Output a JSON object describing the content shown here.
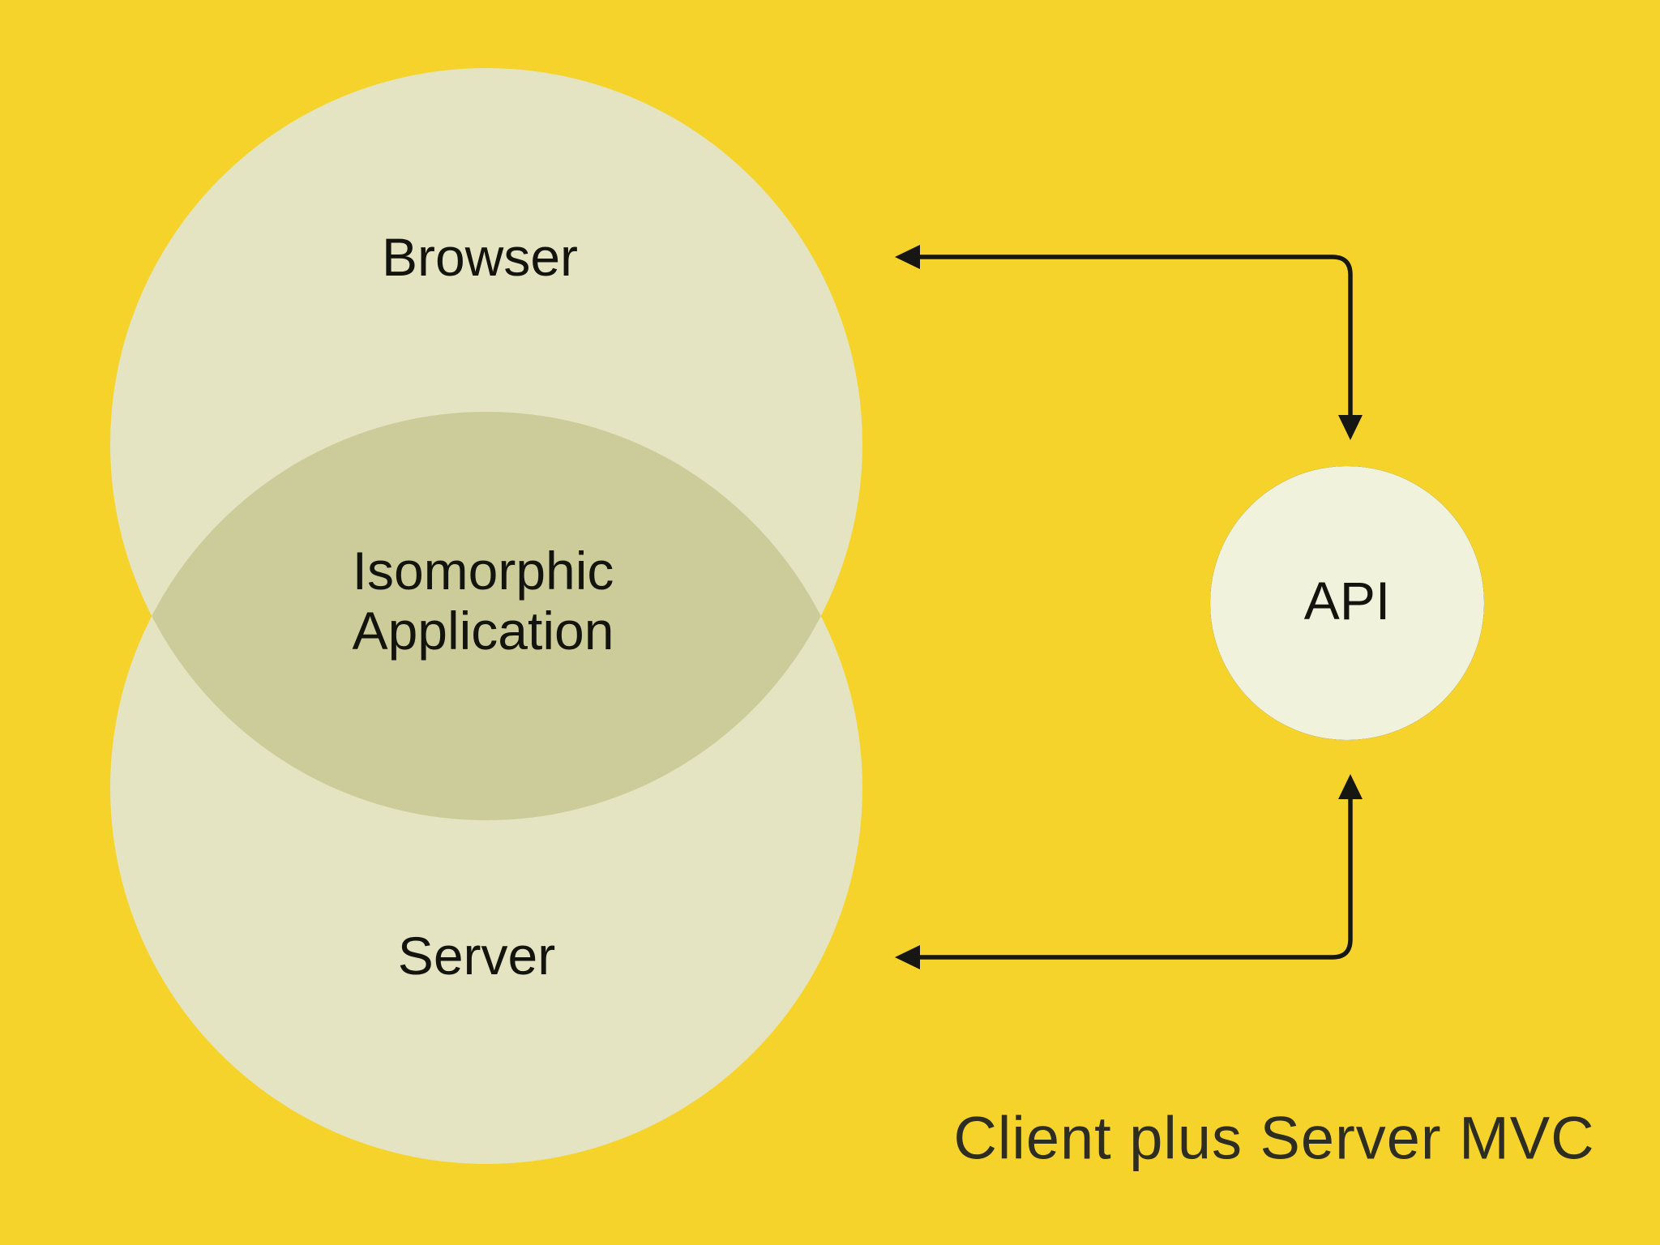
{
  "diagram": {
    "type": "venn-architecture-diagram",
    "labels": {
      "browser": "Browser",
      "server": "Server",
      "overlap": "Isomorphic Application",
      "api": "API",
      "caption": "Client plus Server MVC"
    },
    "colors": {
      "background": "#F5D32B",
      "circle_fill": "#E5E4C2",
      "overlap_fill": "#CBCC99",
      "api_circle_fill": "#F0F2DB",
      "arrow": "#161613",
      "label_text": "#14140F",
      "caption_text": "#2E2D21"
    },
    "arrows": [
      {
        "name": "browser-api-arrow",
        "between": [
          "Browser",
          "API"
        ],
        "bidirectional": true
      },
      {
        "name": "server-api-arrow",
        "between": [
          "Server",
          "API"
        ],
        "bidirectional": true
      }
    ]
  }
}
